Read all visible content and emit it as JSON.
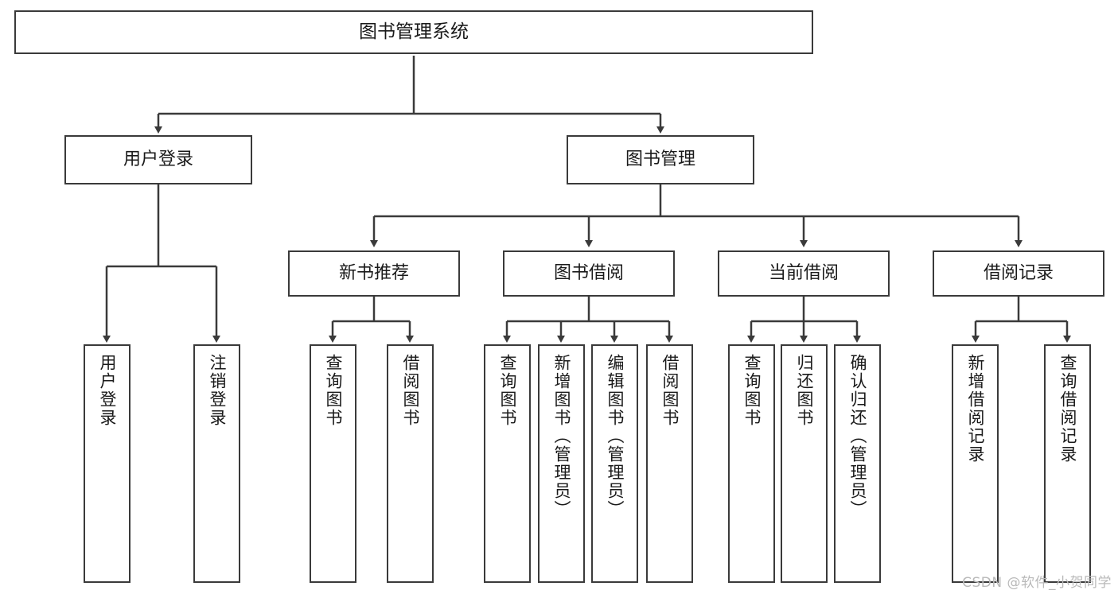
{
  "diagram": {
    "type": "tree",
    "title": "图书管理系统",
    "watermark": "CSDN @软件_小贺同学",
    "colors": {
      "stroke": "#3a3a3a",
      "fill": "#ffffff",
      "text": "#1a1a1a",
      "watermark": "#b9b9b9"
    },
    "nodes": {
      "root": {
        "label": "图书管理系统"
      },
      "level1": [
        {
          "id": "user-login",
          "label": "用户登录"
        },
        {
          "id": "book-management",
          "label": "图书管理"
        }
      ],
      "level2": [
        {
          "id": "new-book-recommend",
          "label": "新书推荐"
        },
        {
          "id": "book-borrow",
          "label": "图书借阅"
        },
        {
          "id": "current-borrow",
          "label": "当前借阅"
        },
        {
          "id": "borrow-record",
          "label": "借阅记录"
        }
      ],
      "leaves": {
        "user-login": [
          {
            "id": "leaf-user-login",
            "label": "用户登录"
          },
          {
            "id": "leaf-logout-login",
            "label": "注销登录"
          }
        ],
        "new-book-recommend": [
          {
            "id": "leaf-query-book-1",
            "label": "查询图书"
          },
          {
            "id": "leaf-borrow-book-1",
            "label": "借阅图书"
          }
        ],
        "book-borrow": [
          {
            "id": "leaf-query-book-2",
            "label": "查询图书"
          },
          {
            "id": "leaf-add-book",
            "label": "新增图书（管理员）"
          },
          {
            "id": "leaf-edit-book",
            "label": "编辑图书（管理员）"
          },
          {
            "id": "leaf-borrow-book-2",
            "label": "借阅图书"
          }
        ],
        "current-borrow": [
          {
            "id": "leaf-query-book-3",
            "label": "查询图书"
          },
          {
            "id": "leaf-return-book",
            "label": "归还图书"
          },
          {
            "id": "leaf-confirm-return",
            "label": "确认归还（管理员）"
          }
        ],
        "borrow-record": [
          {
            "id": "leaf-add-record",
            "label": "新增借阅记录"
          },
          {
            "id": "leaf-query-record",
            "label": "查询借阅记录"
          }
        ]
      }
    }
  }
}
